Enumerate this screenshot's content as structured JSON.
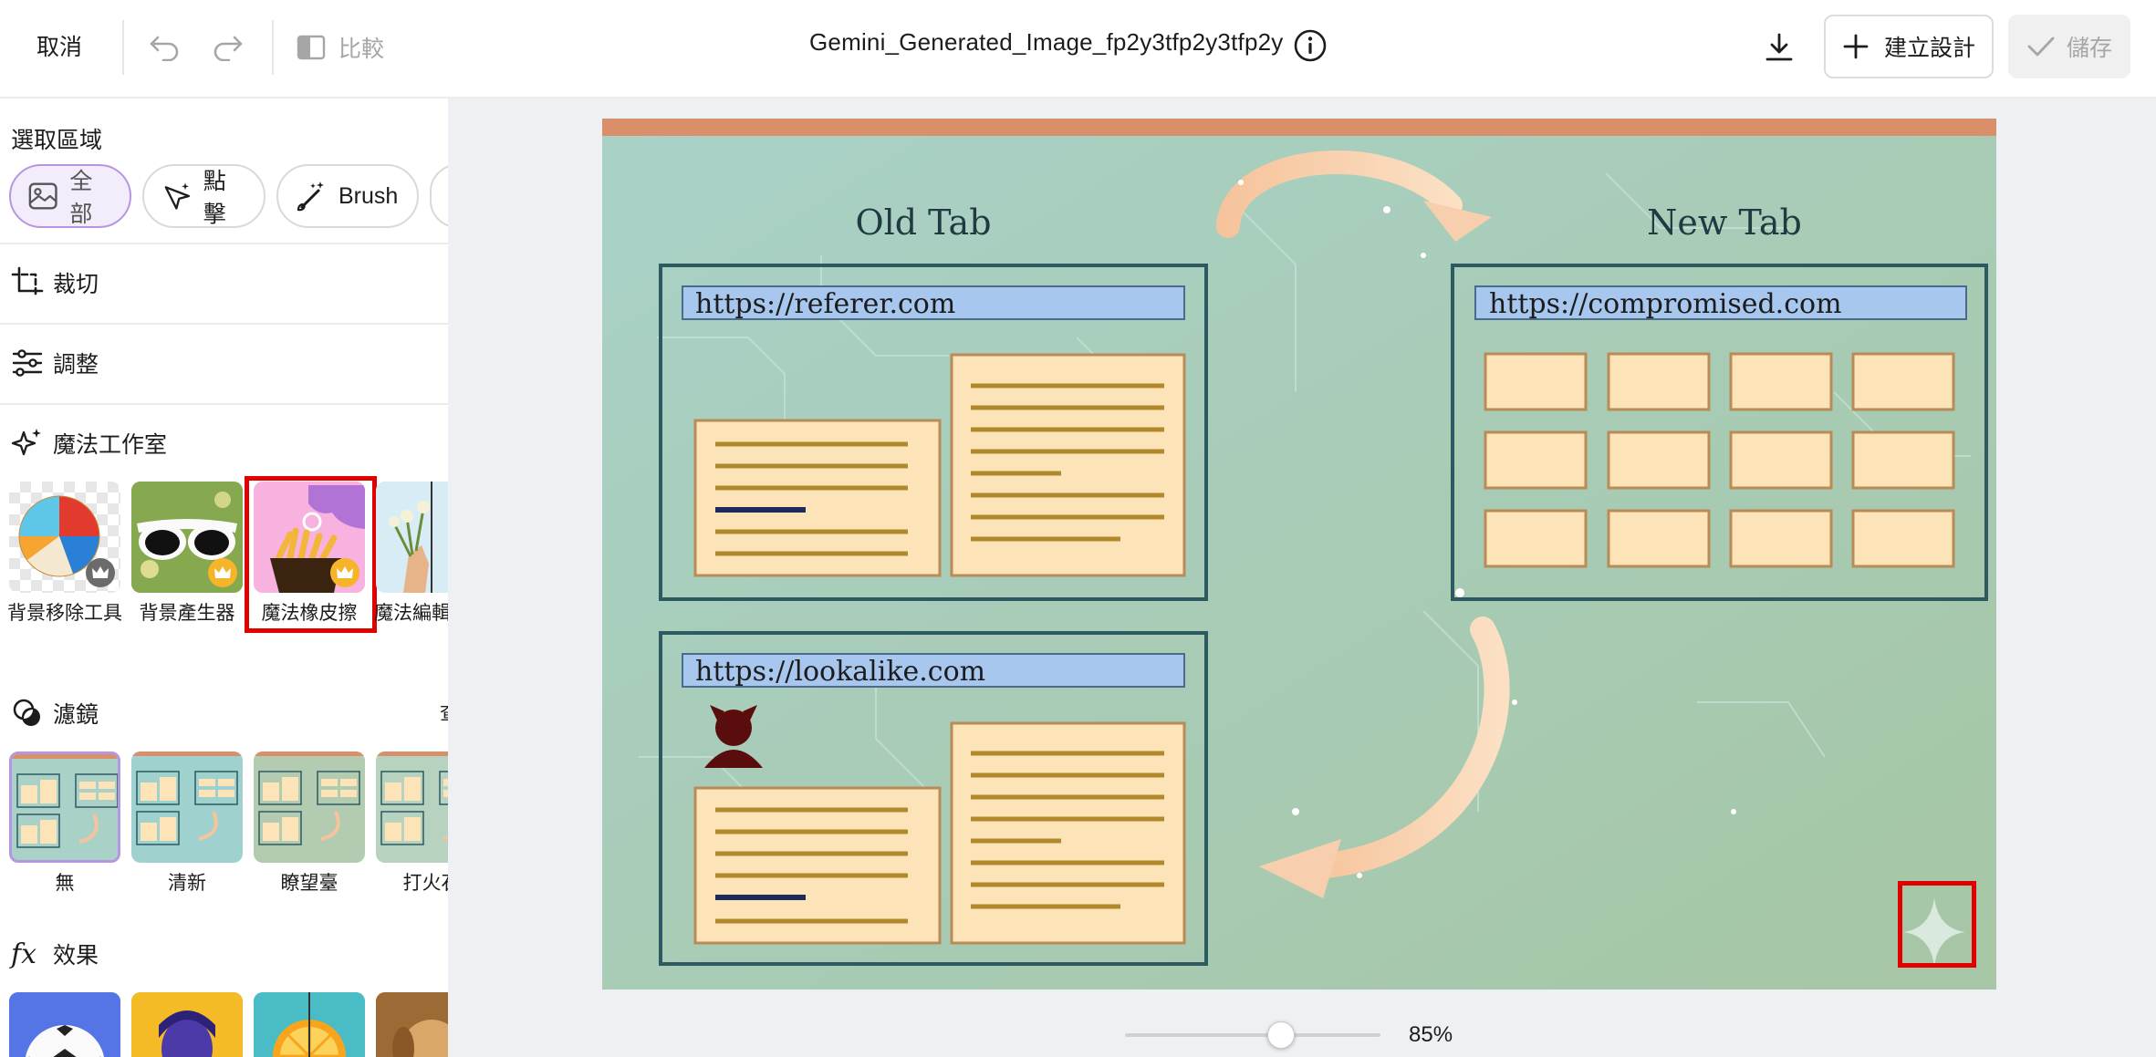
{
  "topbar": {
    "cancel_label": "取消",
    "compare_label": "比較",
    "file_title": "Gemini_Generated_Image_fp2y3tfp2y3tfp2y",
    "create_label": "建立設計",
    "save_label": "儲存"
  },
  "panel": {
    "select_area": {
      "title": "選取區域",
      "chips": [
        "全部",
        "點擊",
        "Brush"
      ]
    },
    "crop_label": "裁切",
    "adjust_label": "調整",
    "magic_studio": {
      "title": "魔法工作室",
      "tools": [
        {
          "label": "背景移除工具",
          "icon": "beach-ball"
        },
        {
          "label": "背景產生器",
          "icon": "sunglasses"
        },
        {
          "label": "魔法橡皮擦",
          "icon": "fries-eraser"
        },
        {
          "label": "魔法編輯工具",
          "icon": "flowers"
        }
      ]
    },
    "filters": {
      "title": "濾鏡",
      "see_all": "查",
      "items": [
        "無",
        "清新",
        "瞭望臺",
        "打火石"
      ]
    },
    "effects": {
      "title": "效果"
    }
  },
  "canvas": {
    "image_text": {
      "old_tab": "Old Tab",
      "new_tab": "New Tab",
      "url_referer": "https://referer.com",
      "url_compromised": "https://compromised.com",
      "url_lookalike": "https://lookalike.com"
    },
    "zoom": {
      "value": 0.85,
      "label": "85%"
    }
  },
  "colors": {
    "accent_purple": "#b596e0",
    "highlight_red": "#e00000",
    "art_background": "#a9cfc4",
    "art_panel_border": "#2c5a60",
    "url_bar_blue": "#a7c7ef",
    "doc_cream": "#fde3b8",
    "arrow_peach": "#f2b98e"
  }
}
